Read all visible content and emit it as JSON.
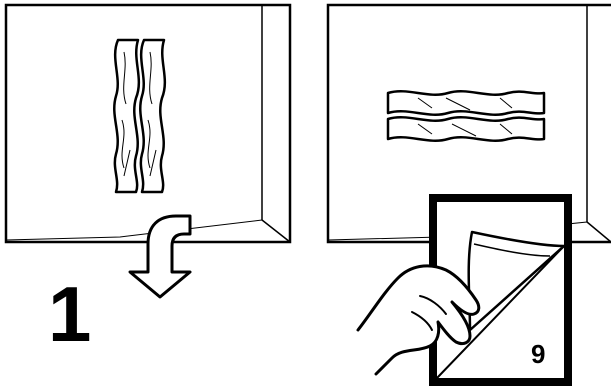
{
  "diagram": {
    "step_number": "1",
    "card_number": "9",
    "colors": {
      "ink": "#000000",
      "paper": "#ffffff"
    },
    "panels": [
      {
        "name": "left-panel",
        "strips": "bacon-vertical"
      },
      {
        "name": "right-panel",
        "strips": "bacon-horizontal"
      }
    ],
    "icons": [
      "down-arrow-icon",
      "hand-icon",
      "peeling-card-icon"
    ]
  }
}
